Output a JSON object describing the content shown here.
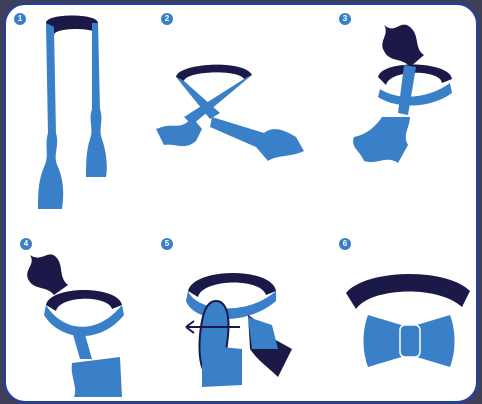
{
  "steps": [
    {
      "number": "1"
    },
    {
      "number": "2"
    },
    {
      "number": "3"
    },
    {
      "number": "4"
    },
    {
      "number": "5"
    },
    {
      "number": "6"
    }
  ],
  "colors": {
    "frame_border": "#2a3f8f",
    "background": "#3f3f57",
    "tie_light": "#3a80c9",
    "tie_dark": "#1a1947",
    "badge": "#3a80c9"
  },
  "icons": [
    "arrow-left-icon"
  ]
}
